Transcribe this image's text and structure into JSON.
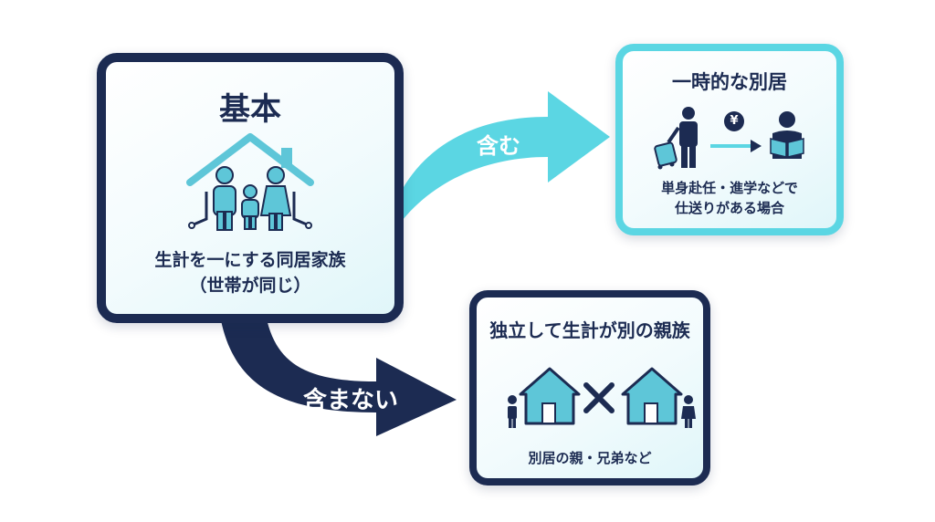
{
  "basic": {
    "title": "基本",
    "line1": "生計を一にする同居家族",
    "line2": "（世帯が同じ）"
  },
  "arrow_include": {
    "label": "含む"
  },
  "arrow_exclude": {
    "label": "含まない"
  },
  "temporary": {
    "title": "一時的な別居",
    "yen_symbol": "¥",
    "line1": "単身赴任・進学などで",
    "line2": "仕送りがある場合"
  },
  "independent": {
    "title": "独立して生計が別の親族",
    "caption": "別居の親・兄弟など"
  },
  "colors": {
    "navy": "#1c2b52",
    "cyan": "#5bd6e3",
    "icon_fill": "#5ec6d8"
  }
}
